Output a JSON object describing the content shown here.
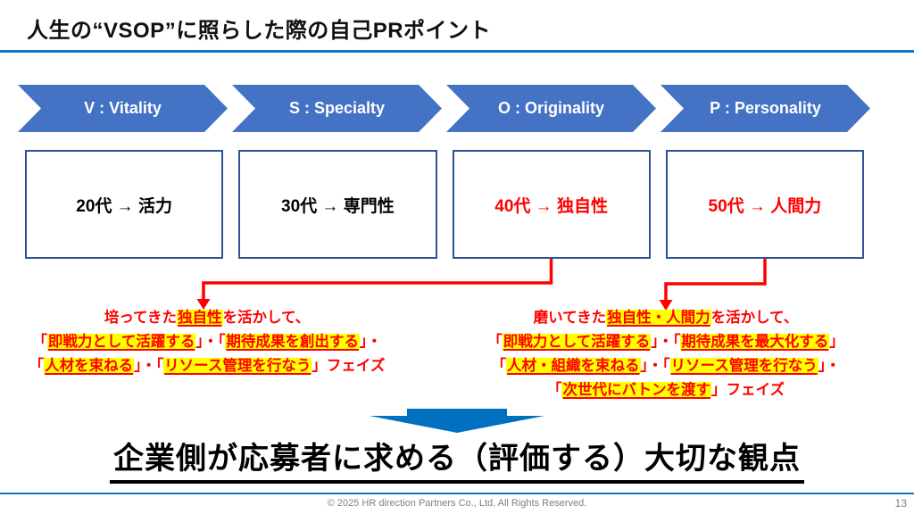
{
  "colors": {
    "chevron_blue": "#4472C4",
    "box_border_blue": "#2E5395",
    "accent_red": "#FF0000",
    "highlight_yellow": "#FFFF00",
    "down_arrow_blue": "#0070C0",
    "rule_blue": "#0C78C8",
    "footer_gray": "#7F7F7F"
  },
  "header": {
    "title": "人生の“VSOP”に照らした際の自己PRポイント"
  },
  "vsop_flow": {
    "chevrons": [
      {
        "label": "V : Vitality"
      },
      {
        "label": "S : Specialty"
      },
      {
        "label": "O : Originality"
      },
      {
        "label": "P : Personality"
      }
    ],
    "decade_boxes": [
      {
        "text": "20代 → 活力",
        "color": "#000000"
      },
      {
        "text": "30代 → 専門性",
        "color": "#000000"
      },
      {
        "text": "40代 → 独自性",
        "color": "#FF0000"
      },
      {
        "text": "50代 → 人間力",
        "color": "#FF0000"
      }
    ]
  },
  "callouts": {
    "left": {
      "lines": [
        [
          {
            "t": "培ってきた"
          },
          {
            "t": "独自性",
            "hl": true
          },
          {
            "t": "を活かして、"
          }
        ],
        [
          {
            "t": "「"
          },
          {
            "t": "即戦力として活躍する",
            "hl": true
          },
          {
            "t": "」・「"
          },
          {
            "t": "期待成果を創出する",
            "hl": true
          },
          {
            "t": "」・"
          }
        ],
        [
          {
            "t": "「"
          },
          {
            "t": "人材を束ねる",
            "hl": true
          },
          {
            "t": "」・「"
          },
          {
            "t": "リソース管理を行なう",
            "hl": true
          },
          {
            "t": "」フェイズ"
          }
        ]
      ]
    },
    "right": {
      "lines": [
        [
          {
            "t": "磨いてきた"
          },
          {
            "t": "独自性・人間力",
            "hl": true
          },
          {
            "t": "を活かして、"
          }
        ],
        [
          {
            "t": "「"
          },
          {
            "t": "即戦力として活躍する",
            "hl": true
          },
          {
            "t": "」・「"
          },
          {
            "t": "期待成果を最大化する",
            "hl": true
          },
          {
            "t": "」"
          }
        ],
        [
          {
            "t": "「"
          },
          {
            "t": "人材・組織を束ねる",
            "hl": true
          },
          {
            "t": "」・「"
          },
          {
            "t": "リソース管理を行なう",
            "hl": true
          },
          {
            "t": "」・"
          }
        ],
        [
          {
            "t": "「"
          },
          {
            "t": "次世代にバトンを渡す",
            "hl": true
          },
          {
            "t": "」フェイズ"
          }
        ]
      ]
    }
  },
  "conclusion": {
    "title": "企業側が応募者に求める（評価する）大切な観点"
  },
  "footer": {
    "copyright": "© 2025 HR direction Partners Co., Ltd. All Rights Reserved.",
    "page_number": "13"
  }
}
